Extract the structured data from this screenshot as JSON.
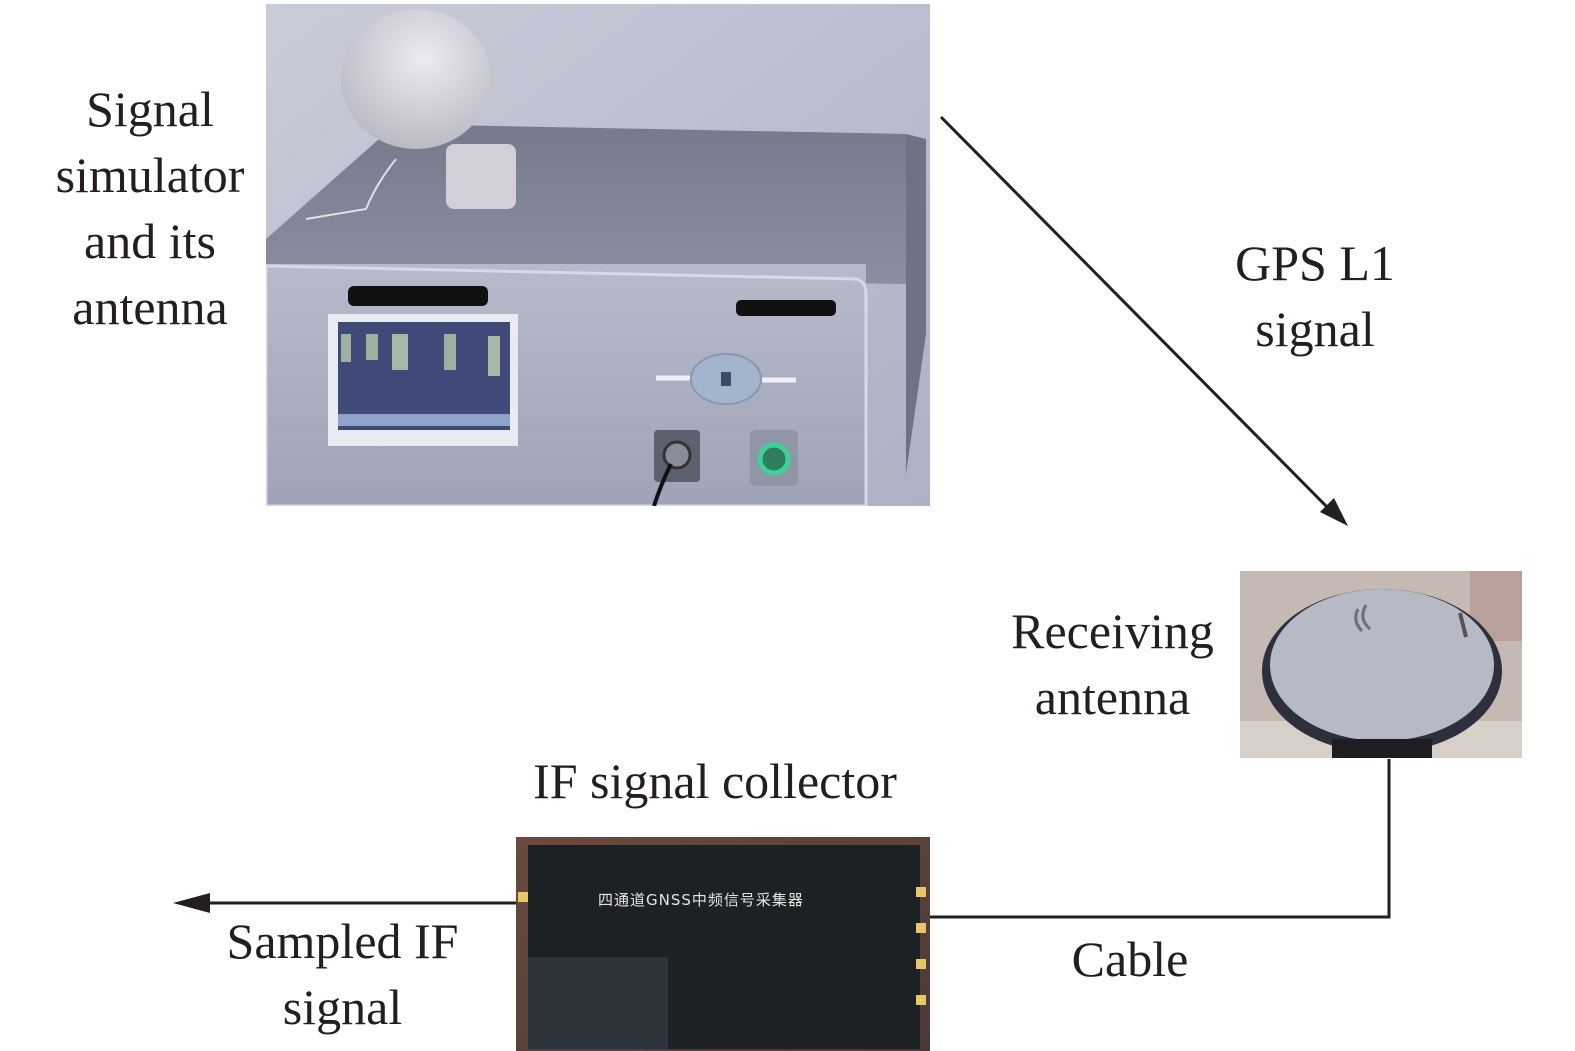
{
  "labels": {
    "simulator": [
      "Signal",
      "simulator",
      "and its",
      "antenna"
    ],
    "gps_signal": [
      "GPS L1",
      "signal"
    ],
    "receiving_antenna": [
      "Receiving",
      "antenna"
    ],
    "collector": "IF signal collector",
    "cable": "Cable",
    "sampled": [
      "Sampled IF",
      "signal"
    ]
  },
  "devices": {
    "collector_label": "四通道GNSS中频信号采集器"
  },
  "colors": {
    "ink": "#231f20",
    "simulator_body": "#9a9eb0",
    "screen": "#3f4a78",
    "power_led": "#3fd19a",
    "collector_body": "#1e2124",
    "port_gold": "#e8c66a"
  }
}
